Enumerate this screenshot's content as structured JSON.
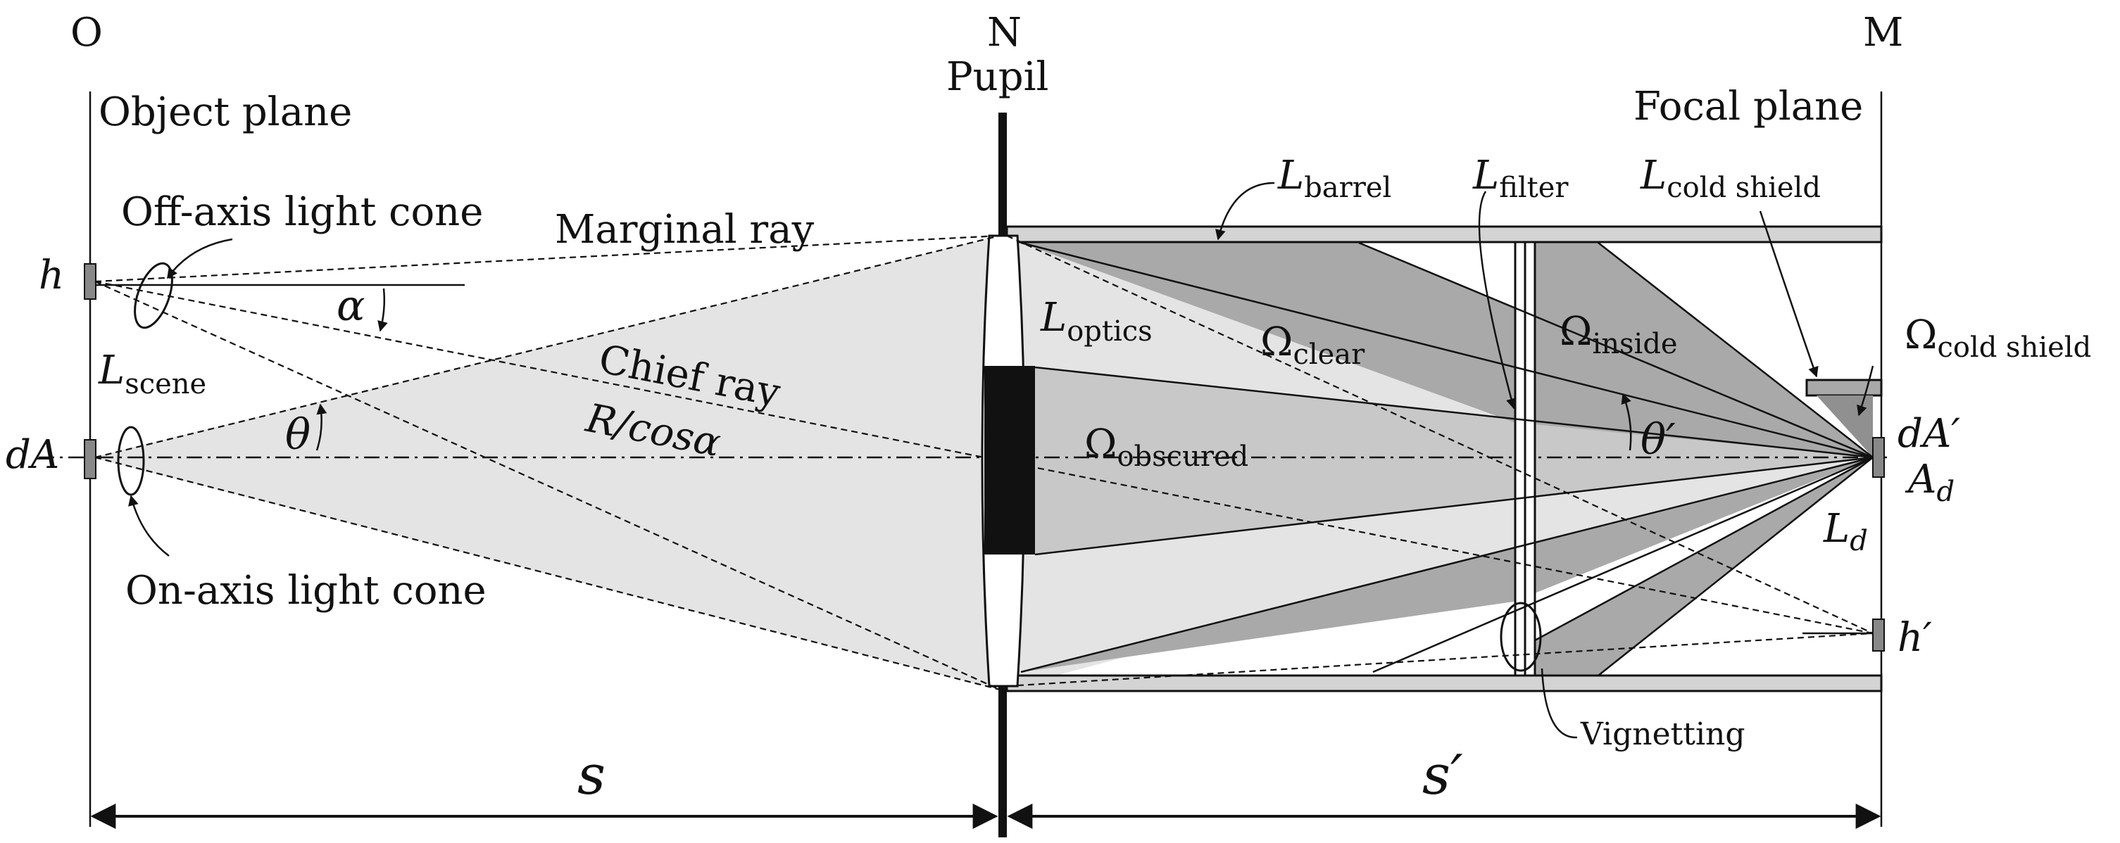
{
  "colors": {
    "light_cone": "#e4e4e4",
    "mid_cone": "#c8c8c8",
    "dark_cone": "#a9a9a9",
    "obscuration": "#111111",
    "tube": "#d4d4d4",
    "line": "#111111",
    "background": "#ffffff"
  },
  "planes": {
    "object_letter": "O",
    "object_label": "Object plane",
    "pupil_letter": "N",
    "pupil_label": "Pupil",
    "focal_letter": "M",
    "focal_label": "Focal plane"
  },
  "object_side": {
    "h": "h",
    "dA": "dA",
    "L_scene_main": "L",
    "L_scene_sub": "scene",
    "off_axis_cone": "Off-axis light cone",
    "on_axis_cone": "On-axis light cone",
    "marginal_ray": "Marginal ray",
    "chief_ray": "Chief  ray",
    "R_cos": "R/cos",
    "alpha": "α",
    "theta": "θ"
  },
  "optics": {
    "L_optics_main": "L",
    "L_optics_sub": "optics",
    "omega_obscured_main": "Ω",
    "omega_obscured_sub": "obscured",
    "omega_clear_main": "Ω",
    "omega_clear_sub": "clear",
    "omega_inside_main": "Ω",
    "omega_inside_sub": "inside",
    "omega_cold_main": "Ω",
    "omega_cold_sub": "cold shield"
  },
  "barrel": {
    "L_barrel_main": "L",
    "L_barrel_sub": "barrel",
    "L_filter_main": "L",
    "L_filter_sub": "filter",
    "L_cold_main": "L",
    "L_cold_sub": "cold shield"
  },
  "image_side": {
    "dA_prime": "dA′",
    "A_d_main": "A",
    "A_d_sub": "d",
    "L_d_main": "L",
    "L_d_sub": "d",
    "h_prime": "h′",
    "theta_prime": "θ′",
    "vignetting": "Vignetting"
  },
  "distances": {
    "s": "s",
    "s_prime": "s′"
  },
  "icons": {
    "arrowhead": "arrowhead-icon",
    "cone_ellipse": "ellipse-icon"
  }
}
